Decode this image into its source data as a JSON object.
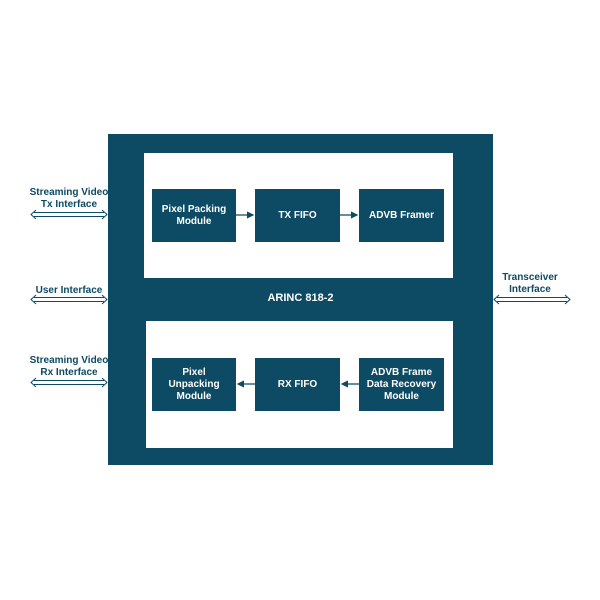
{
  "diagram": {
    "core_label": "ARINC 818-2",
    "tx_path": {
      "modules": [
        "Pixel Packing\nModule",
        "TX FIFO",
        "ADVB Framer"
      ]
    },
    "rx_path": {
      "modules": [
        "Pixel Unpacking\nModule",
        "RX FIFO",
        "ADVB Frame\nData Recovery\nModule"
      ]
    },
    "interfaces": {
      "streaming_tx": "Streaming Video\nTx Interface",
      "user": "User Interface",
      "streaming_rx": "Streaming Video\nRx Interface",
      "transceiver": "Transceiver\nInterface"
    },
    "colors": {
      "block": "#0d4a63",
      "panel": "#ffffff",
      "text_on_block": "#ffffff",
      "external_text": "#0d4a63"
    }
  }
}
